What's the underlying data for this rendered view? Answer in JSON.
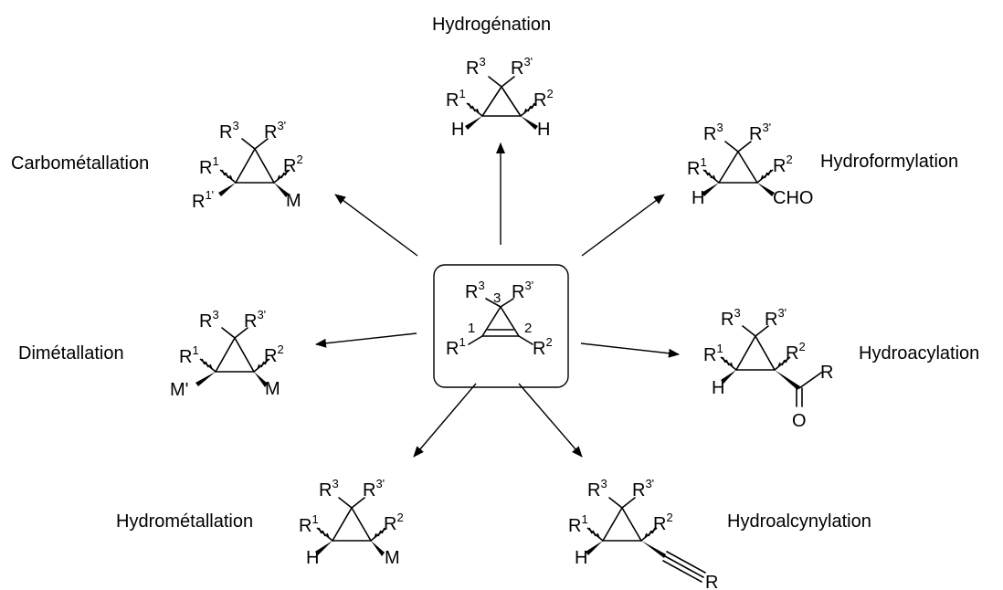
{
  "colors": {
    "ink": "#000000",
    "background": "#ffffff"
  },
  "reactions": {
    "hydrogenation": "Hydrogénation",
    "hydroformylation": "Hydroformylation",
    "carbometallation": "Carbométallation",
    "dimetallation": "Dimétallation",
    "hydroacylation": "Hydroacylation",
    "hydrometallation": "Hydrométallation",
    "hydroalcynylation": "Hydroalcynylation"
  },
  "substituents": {
    "R": "R",
    "sup_1": "1",
    "sup_1p": "1'",
    "sup_2": "2",
    "sup_3": "3",
    "sup_3p": "3'",
    "H": "H",
    "M": "M",
    "Mp": "M'",
    "CHO": "CHO",
    "O": "O"
  },
  "ring_numbers": {
    "c1": "1",
    "c2": "2",
    "c3": "3"
  }
}
